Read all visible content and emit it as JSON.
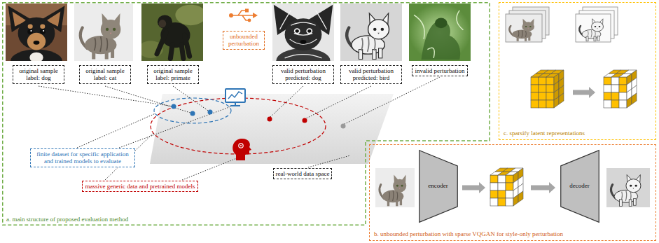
{
  "diagram": {
    "nodes": [
      {
        "text": [
          "a. main structure of proposed evaluation method"
        ]
      },
      {
        "text": [
          "original sample label: dog"
        ],
        "in": 0
      },
      {
        "text": [
          "original sample label: cat"
        ],
        "in": 0
      },
      {
        "text": [
          "original sample label: primate"
        ],
        "in": 0
      },
      {
        "text": [
          "unbounded perturbation"
        ],
        "in": 0
      },
      {
        "text": [
          "valid perturbation predicted: dog"
        ],
        "in": 0
      },
      {
        "text": [
          "valid perturbation predicted: bird"
        ],
        "in": 0
      },
      {
        "text": [
          "invalid perturbation"
        ],
        "in": 0
      },
      {
        "text": [
          "finite dataset for specific application and trained models to evaluate"
        ],
        "in": 0
      },
      {
        "text": [
          "massive generic data and pretrained models"
        ],
        "in": 0
      },
      {
        "text": [
          "real-world data space"
        ],
        "in": 0
      },
      {
        "text": [
          "c. sparsify latent representations"
        ]
      },
      {
        "text": [
          "b. unbounded perturbation with sparse VQGAN for style-only perturbation"
        ]
      },
      {
        "text": [
          "encoder"
        ],
        "in": 12
      },
      {
        "text": [
          "decoder"
        ],
        "in": 12
      }
    ]
  }
}
